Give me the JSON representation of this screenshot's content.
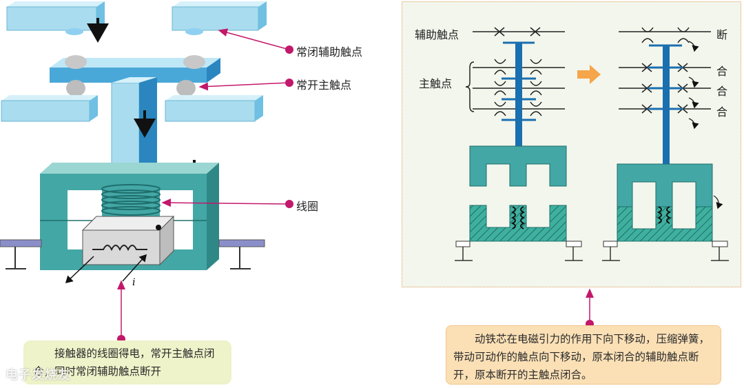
{
  "left_diagram": {
    "labels": {
      "aux_nc_contact": "常闭辅助触点",
      "main_no_contact": "常开主触点",
      "coil": "线圈",
      "current_symbol": "i"
    },
    "callout": "接触器的线圈得电，常开主触点闭合，同时常闭辅助触点断开"
  },
  "right_diagram": {
    "labels": {
      "aux_contact": "辅助触点",
      "main_contact": "主触点",
      "states": [
        "断",
        "合",
        "合",
        "合"
      ]
    },
    "callout": "动铁芯在电磁引力的作用下向下移动，压缩弹簧，带动可动作的触点向下移动，原本闭合的辅助触点断开，原本断开的主触点闭合。"
  },
  "watermark": "电子发烧友",
  "colors": {
    "steel_light": "#a9dcee",
    "steel_mid": "#4aa8d8",
    "steel_dark": "#1a6fb0",
    "core_teal": "#43a7a5",
    "leader_magenta": "#c2186b",
    "arrow_orange": "#f5a54a",
    "panel_bg": "#f3f6ec"
  }
}
